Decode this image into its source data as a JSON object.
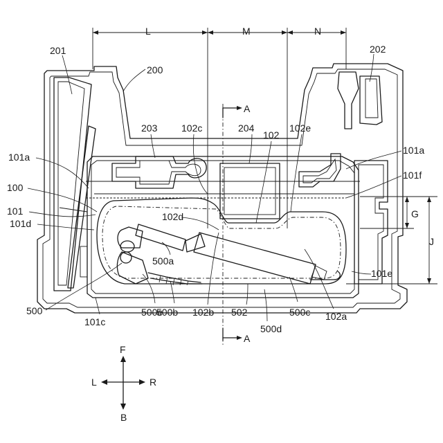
{
  "labels": {
    "l201": "201",
    "l200": "200",
    "l202": "202",
    "l203": "203",
    "l102c": "102c",
    "l204": "204",
    "l102": "102",
    "l102e": "102e",
    "l101a_left": "101a",
    "l101a_right": "101a",
    "l101f": "101f",
    "l100": "100",
    "l101": "101",
    "l101d": "101d",
    "l102d": "102d",
    "l500a": "500a",
    "l101e": "101e",
    "l500": "500",
    "l500e": "500e",
    "l500b": "500b",
    "l102b": "102b",
    "l502": "502",
    "l500c": "500c",
    "l102a": "102a",
    "l101c": "101c",
    "l500d": "500d",
    "dim_L": "L",
    "dim_M": "M",
    "dim_N": "N",
    "dim_G": "G",
    "dim_J": "J",
    "sec_top": "A",
    "sec_bottom": "A"
  },
  "compass": {
    "front": "F",
    "back": "B",
    "left": "L",
    "right": "R"
  }
}
